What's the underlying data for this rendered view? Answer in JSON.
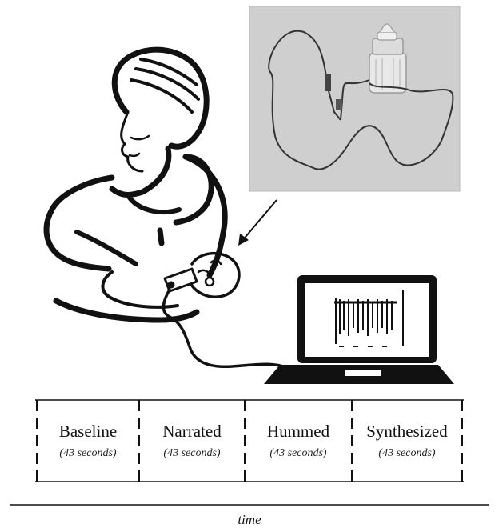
{
  "phases": [
    {
      "label": "Baseline",
      "duration": "(43 seconds)"
    },
    {
      "label": "Narrated",
      "duration": "(43 seconds)"
    },
    {
      "label": "Hummed",
      "duration": "(43 seconds)"
    },
    {
      "label": "Synthesized",
      "duration": "(43 seconds)"
    }
  ],
  "timeline": {
    "axis_label": "time"
  },
  "figure": {
    "icons": [
      "mother-feeding-infant-drawing",
      "pacifier-bottle-photo",
      "laptop-recording-icon",
      "arrow-icon"
    ],
    "colors": {
      "ink": "#111111",
      "photo_background": "#cfcfcf"
    }
  }
}
